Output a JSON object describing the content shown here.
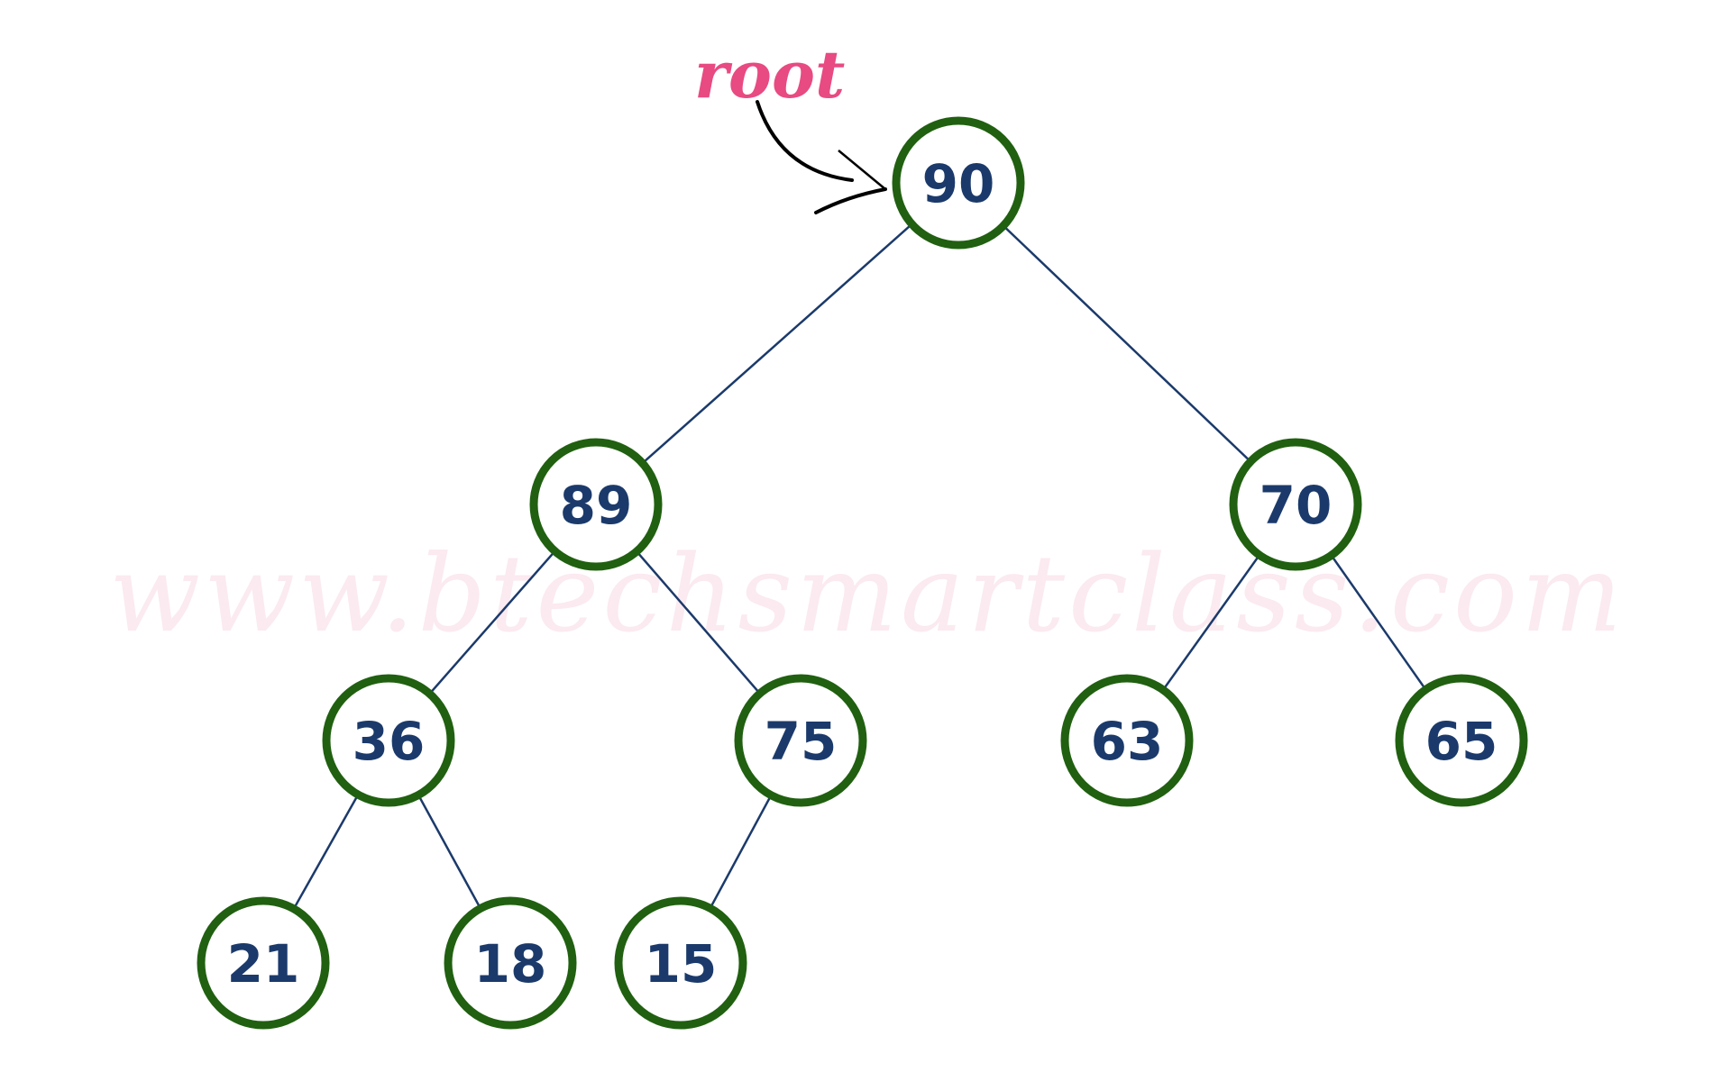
{
  "diagram": {
    "root_label": "root",
    "watermark": "www.btechsmartclass.com",
    "colors": {
      "node_border": "#206010",
      "node_text": "#1b3a6b",
      "edge": "#1b3a6b",
      "root_label": "#e84a82",
      "watermark": "#fbeaf0"
    },
    "nodes": [
      {
        "id": "n90",
        "value": "90"
      },
      {
        "id": "n89",
        "value": "89"
      },
      {
        "id": "n70",
        "value": "70"
      },
      {
        "id": "n36",
        "value": "36"
      },
      {
        "id": "n75",
        "value": "75"
      },
      {
        "id": "n63",
        "value": "63"
      },
      {
        "id": "n65",
        "value": "65"
      },
      {
        "id": "n21",
        "value": "21"
      },
      {
        "id": "n18",
        "value": "18"
      },
      {
        "id": "n15",
        "value": "15"
      }
    ],
    "edges": [
      [
        "n90",
        "n89"
      ],
      [
        "n90",
        "n70"
      ],
      [
        "n89",
        "n36"
      ],
      [
        "n89",
        "n75"
      ],
      [
        "n70",
        "n63"
      ],
      [
        "n70",
        "n65"
      ],
      [
        "n36",
        "n21"
      ],
      [
        "n36",
        "n18"
      ],
      [
        "n75",
        "n15"
      ]
    ]
  }
}
